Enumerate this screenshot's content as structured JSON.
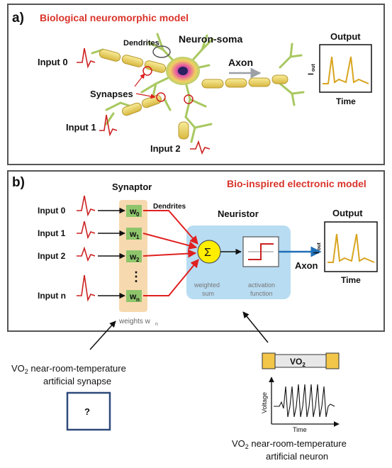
{
  "panel_a": {
    "label": "a)",
    "title": "Biological neuromorphic model",
    "dendrites": "Dendrites",
    "soma": "Neuron-soma",
    "axon": "Axon",
    "synapses": "Synapses",
    "inputs": [
      "Input 0",
      "Input 1",
      "Input 2"
    ],
    "output": {
      "title": "Output",
      "ylabel": "I",
      "ylabel_sub": "out",
      "xlabel": "Time"
    }
  },
  "panel_b": {
    "label": "b)",
    "title": "Bio-inspired electronic model",
    "synaptor": "Synaptor",
    "dendrites": "Dendrites",
    "neuristor": "Neuristor",
    "axon": "Axon",
    "inputs": [
      "Input 0",
      "Input 1",
      "Input 2",
      "Input n"
    ],
    "weights": [
      {
        "base": "w",
        "sub": "0"
      },
      {
        "base": "w",
        "sub": "1"
      },
      {
        "base": "w",
        "sub": "2"
      },
      {
        "base": "w",
        "sub": "n"
      }
    ],
    "ellipsis": "⋮",
    "weights_label": {
      "base": "weights w",
      "sub": "n"
    },
    "sum_symbol": "Σ",
    "weighted_sum": [
      "weighted",
      "sum"
    ],
    "activation": [
      "activation",
      "function"
    ],
    "output": {
      "title": "Output",
      "ylabel": "I",
      "ylabel_sub": "out",
      "xlabel": "Time"
    }
  },
  "synapse": {
    "caption_line1": {
      "pre": "VO",
      "sub": "2",
      "post": " near-room-temperature"
    },
    "caption_line2": "artificial synapse",
    "unknown": "?"
  },
  "neuron": {
    "device": {
      "pre": "VO",
      "sub": "2"
    },
    "ylabel": "Voltage",
    "xlabel": "Time",
    "caption_line1": {
      "pre": "VO",
      "sub": "2",
      "post": " near-room-temperature"
    },
    "caption_line2": "artificial neuron"
  },
  "colors": {
    "title_red": "#d9342b",
    "spike_red": "#cc2222",
    "arrow_red": "#e02020",
    "axon_blue": "#1f6fb8",
    "neuristor_bg": "#b8dcf2",
    "synaptor_bg": "#f7d9b0",
    "weight_green": "#8ec56b",
    "sum_yellow": "#ffee00",
    "output_trace": "#d9a520",
    "device_pad": "#f2c649",
    "box_blue": "#2f4a7a"
  }
}
